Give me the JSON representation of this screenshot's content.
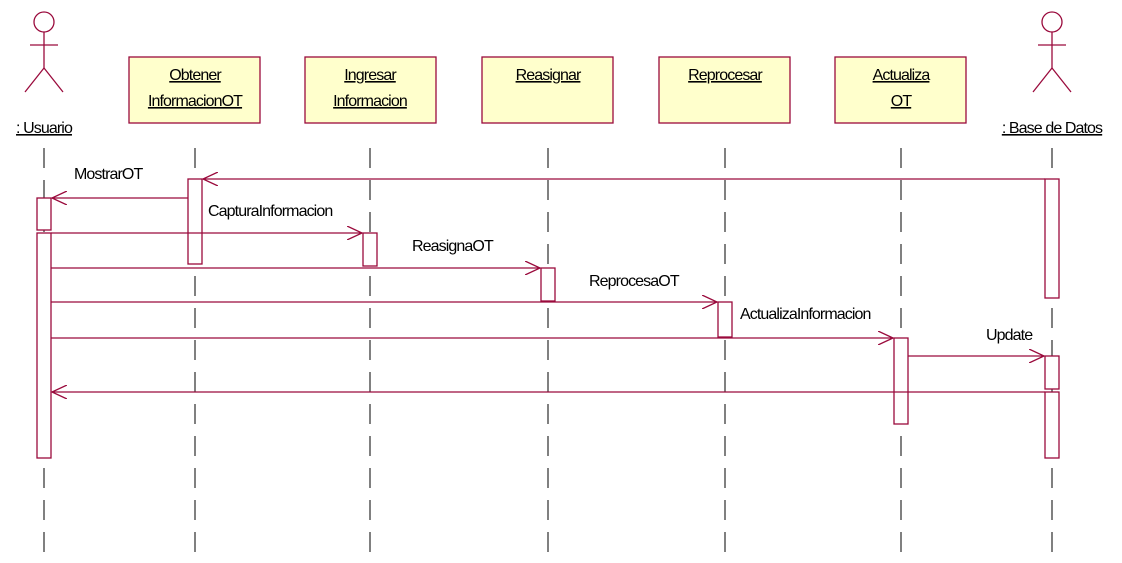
{
  "actors": {
    "usuario": {
      "label": ": Usuario"
    },
    "base_de_datos": {
      "label": ": Base de Datos"
    }
  },
  "objects": {
    "obtener": {
      "line1": "Obtener",
      "line2": "InformacionOT"
    },
    "ingresar": {
      "line1": "Ingresar",
      "line2": "Informacion"
    },
    "reasignar": {
      "line1": "Reasignar"
    },
    "reprocesar": {
      "line1": "Reprocesar"
    },
    "actualiza": {
      "line1": "Actualiza",
      "line2": "OT"
    }
  },
  "messages": {
    "mostrar_ot": "MostrarOT",
    "captura_informacion": "CapturaInformacion",
    "reasigna_ot": "ReasignaOT",
    "reprocesa_ot": "ReprocesaOT",
    "actualiza_informacion": "ActualizaInformacion",
    "update": "Update"
  },
  "colors": {
    "line": "#9a0a3c",
    "object_fill": "#ffffcc"
  }
}
